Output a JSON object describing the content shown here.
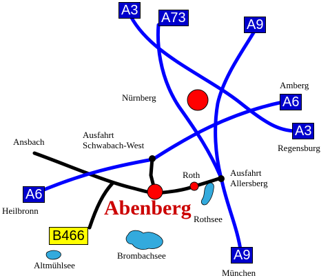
{
  "colors": {
    "autobahn": "#0000ff",
    "sign_background": "#0000cc",
    "bundesstrasse_sign": "#ffff00",
    "local_road": "#000000",
    "town": "#ff0000",
    "lake": "#33aadd",
    "town_label": "#cc0000"
  },
  "signs": {
    "a3_top": "A3",
    "a73": "A73",
    "a9_top": "A9",
    "a6_right": "A6",
    "a3_right": "A3",
    "a6_left": "A6",
    "a9_bottom": "A9",
    "b466": "B466"
  },
  "labels": {
    "nuernberg": "Nürnberg",
    "amberg": "Amberg",
    "regensburg": "Regensburg",
    "ansbach": "Ansbach",
    "exit_schwabach_line1": "Ausfahrt",
    "exit_schwabach_line2": "Schwabach-West",
    "roth": "Roth",
    "exit_allersberg_line1": "Ausfahrt",
    "exit_allersberg_line2": "Allersberg",
    "heilbronn": "Heilbronn",
    "abenberg": "Abenberg",
    "rothsee": "Rothsee",
    "brombachsee": "Brombachsee",
    "altmuehlsee": "Altmühlsee",
    "muenchen": "München"
  }
}
